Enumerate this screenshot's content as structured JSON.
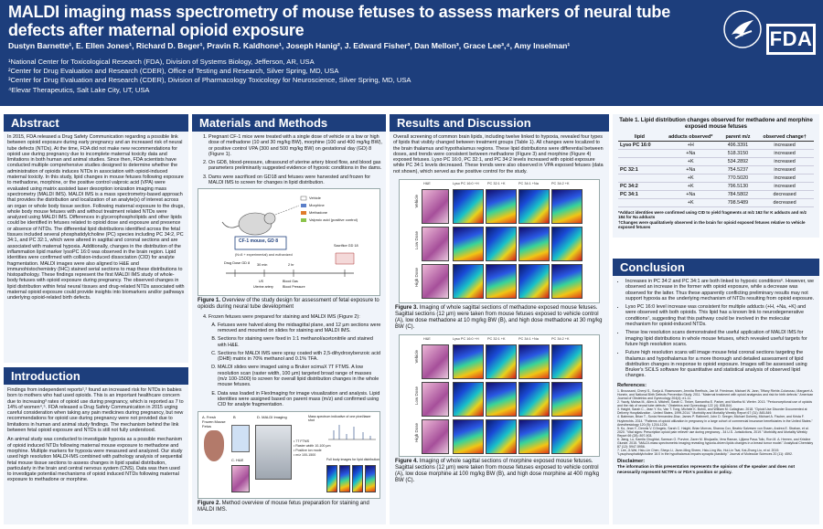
{
  "header": {
    "title": "MALDI imaging mass spectrometry of mouse fetuses to assess markers of neural tube defects after maternal opioid exposure",
    "authors": "Dustyn Barnette¹, E. Ellen Jones¹, Richard D. Beger¹, Pravin R. Kaldhone¹, Joseph Hanig², J. Edward Fisher³, Dan Mellon³, Grace Lee³,⁴, Amy Inselman¹",
    "affiliations": [
      "¹National Center for Toxicological Research (FDA), Division of Systems Biology, Jefferson, AR, USA",
      "²Center for Drug Evaluation and Research (CDER), Office of Testing and Research, Silver Spring, MD, USA",
      "³Center for Drug Evaluation and Research (CDER), Division of Pharmacology Toxicology for Neuroscience, Silver Spring, MD, USA",
      "⁴Elevar Therapeutics, Salt Lake City, UT, USA"
    ],
    "logo_text": "FDA"
  },
  "abstract": {
    "heading": "Abstract",
    "body": "In 2015, FDA released a Drug Safety Communication regarding a possible link between opioid exposure during early pregnancy and an increased risk of neural tube defects (NTDs). At the time, FDA did not make new recommendations for opioid use during pregnancy due to incomplete maternal toxicity data and limitations in both human and animal studies. Since then, FDA scientists have conducted multiple comprehensive studies designed to determine whether the administration of opioids induces NTDs in association with opioid-induced maternal toxicity. In this study, lipid changes in mouse fetuses following exposure to methadone, morphine, or the positive control valproic acid (VPA) were evaluated using matrix assisted laser desorption ionization imaging mass spectrometry (MALDI IMS). MALDI IMS is a mass spectrometry-based approach that provides the distribution and localization of an analyte(s) of interest across an organ or whole body tissue section. Following maternal exposure to the drugs, whole body mouse fetuses with and without treatment related NTDs were analyzed using MALDI IMS. Differences in glycerophospholipids and other lipids could be identified in fetuses related to opioid dose and exposure and presence or absence of NTDs. The differential lipid distributions identified across the fetal tissues included several phosphatidylcholine (PC) species including PC 34:2, PC 34:1, and PC 32:1, which were altered in sagittal and coronal sections and are associated with maternal hypoxia. Additionally, changes in the distribution of the inflammation lipid marker lysoPC 16:0 was observed in the brain region. Lipid identities were confirmed with collision-induced dissociation (CID) for analyte fragmentation. MALDI images were also aligned to H&E and immunohistochemistry (IHC) stained serial sections to map these distributions to histopathology. These findings represent the first MALDI IMS study of whole-body fetuses with opioid exposure during pregnancy. The observed changes in lipid distribution within fetal neural tissues and drug-related NTDs associated with maternal opioid exposure could provide insights into biomarkers and/or pathways underlying opioid-related birth defects."
  },
  "introduction": {
    "heading": "Introduction",
    "paragraphs": [
      "Findings from independent reports¹,² found an increased risk for NTDs in babies born to mothers who had used opioids. This is an important healthcare concern due to increasing³ rates of opioid use during pregnancy, which is reported as 7 to 14% of women⁴,⁵. FDA released a Drug Safety Communication in 2015 urging careful consideration when taking any pain medicines during pregnancy, but new recommendations for opioid use during pregnancy were not provided due to limitations in human and animal study findings. The mechanism behind the link between fetal opioid exposure and NTDs is still not fully understood.",
      "An animal study was conducted to investigate hypoxia as a possible mechanism of opioid induced NTDs following maternal mouse exposure to methadone and morphine. Multiple markers for hypoxia were measured and analyzed. Our study used high resolution MALDI-IMS combined with pathology analysis of sequential fetal mouse tissue sections to assess changes in lipid spatial distribution, particularly in the brain and central nervous system (CNS). Data was then used to investigate potential mechanisms of opioid induced NTDs following maternal exposure to methadone or morphine."
    ]
  },
  "methods": {
    "heading": "Materials and Methods",
    "steps_a": [
      "Pregnant CF-1 mice were treated with a single dose of vehicle or a low or high dose of methadone (10 and 30 mg/kg BW), morphine (100 and 400 mg/kg BW), or positive control VPA (300 and 500 mg/kg BW) on gestational day (GD) 8 (Figure 1).",
      "On GD8, blood-pressure, ultrasound of uterine artery blood flow, and blood gas parameters preliminarily suggested evidence of hypoxic conditions in the dams.",
      "Dams were sacrificed on GD18 and fetuses were harvested and frozen for MALDI IMS to screen for changes in lipid distribution."
    ],
    "fig1_caption_bold": "Figure 1.",
    "fig1_caption": " Overview of the study design for assessment of fetal exposure to opioids during neural tube development",
    "steps_b_head": "Frozen fetuses were prepared for staining and MALDI IMS (Figure 2):",
    "steps_b": [
      "Fetuses were halved along the midsagittal plane, and 12 µm sections were removed and mounted on slides for staining and MALDI IMS.",
      "Sections for staining were fixed in 1:1 methanol/acetonitrile and stained with H&E.",
      "Sections for MALDI IMS were spray coated with 2,5-dihydroxybenzoic acid (DHB) matrix in 70% methanol and 0.1% TFA.",
      "MALDI slides were imaged using a Bruker scimaX 7T FTMS. A low resolution scan (raster width, 100 µm) targeted broad range of masses (m/z 100-1500) to screen for overall lipid distribution changes in the whole mouse fetuses.",
      "Data was loaded in FlexImaging for image visualization and analysis. Lipid identities were assigned based on parent mass (m/z) and confirmed using CID for analyte fragmentation."
    ],
    "fig2_caption_bold": "Figure 2.",
    "fig2_caption": " Method overview of mouse fetus preparation for staining and MALDI IMS.",
    "fig1": {
      "mouse_label": "CF-1 mouse, GD 8",
      "mouse_sub": "(N=8 + experimental) and euthanized",
      "legend": [
        "Vehicle",
        "Morphine",
        "Methadone",
        "Valproic acid (positive control)"
      ],
      "timeline": [
        "Drug Dose GD 8",
        "30 min",
        "2 hr",
        "Sacrifice GD 18"
      ],
      "timeline_sub": [
        "US",
        "Blood Gas",
        "Blood Pressure",
        "Uterine artery"
      ]
    },
    "fig2": {
      "panels": [
        "A. Fresh Frozen Mouse Fetus",
        "B",
        "C. H&E",
        "D. MALDI Imaging"
      ],
      "inset_title": "Mass spectrum indicative of one pixel/laser shot",
      "inset_sub": "Full body images for lipid distribution",
      "spec_lines": [
        "• 7T FTMS",
        "• Raster width 10-100 µm",
        "• Positive ion mode",
        "• m/z 100-1500"
      ]
    }
  },
  "results": {
    "heading": "Results and Discussion",
    "intro": "Overall screening of common brain lipids, including twelve linked to hypoxia, revealed four types of lipids that visibly changed between treatment groups (Table 1). All changes were localized to the brain thalamus and hypothalamus regions. These lipid distributions were differential between doses, and trends were consistent between methadone (Figure 3) and morphine (Figure 4) exposed fetuses. Lyso PC 16:0, PC 32:1, and PC 34:2 levels increased with opioid exposure while PC 34:1 levels decreased. These trends were also observed in VPA exposed fetuses (data not shown), which served as the positive control for the study.",
    "img_cols": [
      "H&E",
      "Lyso PC 16:0 +H",
      "PC 32:1 +K",
      "PC 34:1 +Na",
      "PC 34:2 +K"
    ],
    "img_rows_m": [
      "Vehicle",
      "Low Dose",
      "High Dose"
    ],
    "fig3_caption_bold": "Figure 3.",
    "fig3_caption": " Imaging of whole sagittal sections of methadone exposed mouse fetuses. Sagittal sections (12 µm) were taken from mouse fetuses exposed to vehicle control (A), low dose methadone at 10 mg/kg BW (B), and high dose methadone at 30 mg/kg BW (C).",
    "fig4_caption_bold": "Figure 4.",
    "fig4_caption": " Imaging of whole sagittal sections of morphine exposed mouse fetuses. Sagittal sections (12 µm) were taken from mouse fetuses exposed to vehicle control (A), low dose morphine at 100 mg/kg BW (B), and high dose morphine at 400 mg/kg BW (C)."
  },
  "table1": {
    "caption_bold": "Table 1.",
    "caption": " Lipid distribution changes observed for methadone and morphine exposed mouse fetuses",
    "columns": [
      "lipid",
      "adducts observed*",
      "parent m/z",
      "observed change†"
    ],
    "rows": [
      [
        "Lyso PC 16:0",
        "+H",
        "496.3391",
        "increased"
      ],
      [
        "",
        "+Na",
        "518.3150",
        "increased"
      ],
      [
        "",
        "+K",
        "534.2892",
        "increased"
      ],
      [
        "PC 32:1",
        "+Na",
        "754.5237",
        "increased"
      ],
      [
        "",
        "+K",
        "770.5020",
        "increased"
      ],
      [
        "PC 34:2",
        "+K",
        "796.5130",
        "increased"
      ],
      [
        "PC 34:1",
        "+Na",
        "784.5802",
        "decreased"
      ],
      [
        "",
        "+K",
        "798.5489",
        "decreased"
      ]
    ],
    "notes": [
      "*Adduct identities were confirmed using CID to yield fragments at m/z 162 for K adducts and m/z 184 for Na adducts",
      "†Changes were qualitatively observed in the brain for opioid exposed fetuses relative to vehicle exposed fetuses"
    ]
  },
  "conclusion": {
    "heading": "Conclusion",
    "bullets": [
      "Increases in PC 34:2 and PC 34:1 are both linked to hypoxic conditions⁶. However, we observed an increase in the former with opioid exposure, while a decrease was observed for the latter. Thus these apparently conflicting preliminary results may not support hypoxia as the underlying mechanism of NTDs resulting from opioid exposure.",
      "Lyso PC 16:0 level increase was consistent for multiple adducts (+H, +Na, +K) and were observed with both opioids. This lipid has a known link to neurodegenerative conditions⁷, suggesting that this pathway could be involved in the molecular mechanism for opioid-induced NTDs.",
      "These low resolution scans demonstrated the useful application of MALDI IMS for imaging lipid distributions in whole mouse fetuses, which revealed useful targets for future high resolution scans.",
      "Future high resolution scans will image mouse fetal coronal sections targeting the thalamus and hypothalamus for a more thorough and detailed assessment of lipid distribution changes in response to opioid exposure. Images will be assessed using Bruker's SCiLS software for quantitative and statistical analysis of observed lipid changes."
    ],
    "refs_heading": "References:",
    "refs": [
      "1. Broussard, Cheryl S., Sonja A. Rasmussen, Jennita Reefhuis, Jan M. Friedman, Michael W. Jann, Tiffany Riehle-Colarusso, Margaret A. Honein, and National Birth Defects Prevention Study. 2011. \"Maternal treatment with opioid analgesics and risk for birth defects.\" American Journal of Obstetrics and Gynecology 204(4): e1-11.",
      "2. Yazdy, Mahsa M., Allen A. Mitchell, Sarah C. Tinker, Samantha E. Parker, and Martha M. Werler. 2013. \"Periconceptional use of opioids and the risk of neural tube defects.\" Obstetrics and Gynecology 122 (4): 838-844.",
      "3. Haight, Sarah C., Jean Y. Ko, Van T. Tong, Michele K. Bohm, and William M. Callaghan. 2018. \"Opioid Use Disorder Documented at Delivery Hospitalization - United States, 1999-2014.\" Morbidity and Mortality Weekly Report 67 (31): 845-849.",
      "4. Bateman, Brian T., Sonia Hernandez-Diaz, James P. Rathmell, John D. Seeger, Michael Doherty, Michael A. Fischer, and Krista F. Huybrechts. 2014. \"Patterns of opioid utilization in pregnancy in a large cohort of commercial insurance beneficiaries in the United States.\" Anesthesiology 120 (5): 1216-1224.",
      "5. Ko, Jean Y., Dennis V. D'Angelo, Sarah C. Haight, Brian Morrow, Shanna Cox, Beatriz Salvesen von Essen, Andrea E. Strahan, et al. 2020. \"Vital signs: Prescription opioid pain reliever use during pregnancy - 34 U.S. Jurisdictions, 2019.\" Morbidity and Mortality Weekly Report 69 (28): 897-903.",
      "6. Jiang, Lu, Kamila Chughtai, Samson O. Purvine, Zaver M. Bhujwalla, Vera Raman, Ljiljana Pasa-Tolic, Ron M. A. Heeren, and Kristine Glunde. 2015. \"MALDI-mass spectrometric imaging revealing hypoxia-driven lipids changes in a breast tumor model.\" Analytical Chemistry 87 (12): 5947-5956.",
      "7. Lee, Ji-Wei, Hsiu-Lin Chen, Sheyu Li, Jiunn-Ming Sheen, Hsiu-Ling Wu, Hui-Lin Tsai, Kai-Zhong Liu, et al. 2019. \"Lysophosphatidylcholine 16:0 in the hypothalamus impairs synaptic plasticity.\" Journal of Molecular Sciences 20 (11): 4592."
    ],
    "disclaimer_heading": "Disclaimer:",
    "disclaimer": "The information in this presentation represents the opinions of the speaker and does not necessarily represent NCTR's or FDA's position or policy."
  }
}
